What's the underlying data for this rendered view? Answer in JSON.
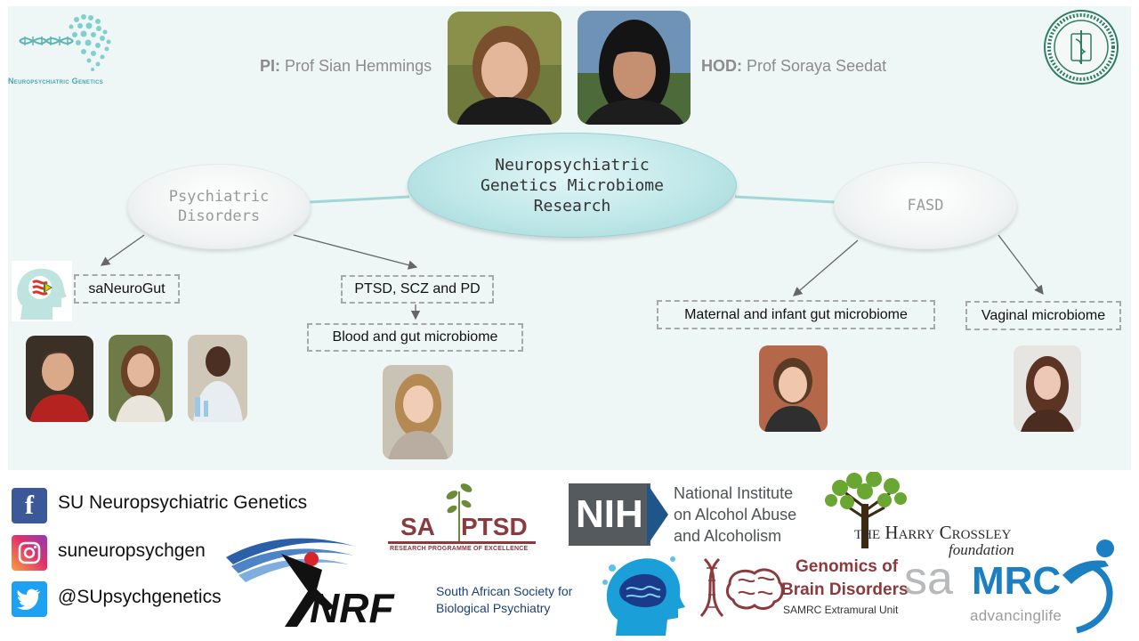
{
  "header": {
    "logo_text": "Neuropsychiatric Genetics",
    "pi_prefix": "PI:",
    "pi_name": "Prof Sian Hemmings",
    "hod_prefix": "HOD:",
    "hod_name": "Prof Soraya Seedat"
  },
  "diagram": {
    "center": "Neuropsychiatric Genetics Microbiome Research",
    "left_node": "Psychiatric Disorders",
    "right_node": "FASD",
    "boxes": {
      "saneurogut": "saNeuroGut",
      "ptsd": "PTSD, SCZ and PD",
      "blood_gut": "Blood and gut microbiome",
      "maternal": "Maternal and infant gut microbiome",
      "vaginal": "Vaginal microbiome"
    }
  },
  "social": {
    "facebook": "SU Neuropsychiatric Genetics",
    "instagram": "suneuropsychgen",
    "twitter": "@SUpsychgenetics"
  },
  "sponsors": {
    "nrf": "NRF",
    "sa_ptsd_left": "SA",
    "sa_ptsd_right": "PTSD",
    "sa_ptsd_sub": "RESEARCH PROGRAMME OF EXCELLENCE",
    "nih_mark": "NIH",
    "nih_line1": "National Institute",
    "nih_line2": "on Alcohol Abuse",
    "nih_line3": "and Alcoholism",
    "crossley_line1": "the Harry Crossley",
    "crossley_line2": "foundation",
    "sasbp_line1": "South African Society for",
    "sasbp_line2": "Biological Psychiatry",
    "gbd_line1": "Genomics of",
    "gbd_line2": "Brain Disorders",
    "gbd_line3": "SAMRC Extramural Unit",
    "samrc_sa": "sa",
    "samrc_mrc": "MRC",
    "samrc_tag": "advancinglife"
  },
  "colors": {
    "panel_bg": "#eef6f6",
    "main_ellipse": "#bfe7e8",
    "connector": "#9fd6d8",
    "facebook": "#3b5998",
    "twitter": "#1da1f2",
    "nih_blue": "#20558a",
    "samrc_blue": "#1b7fc1"
  }
}
